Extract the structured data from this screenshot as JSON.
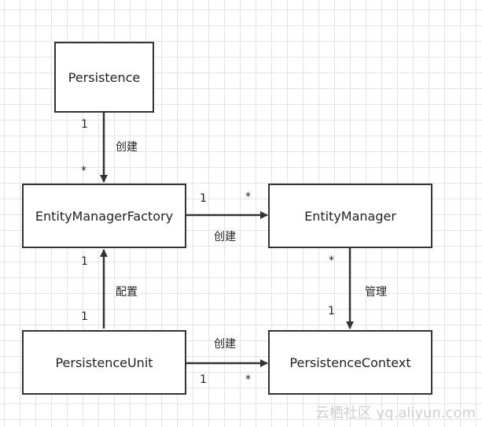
{
  "nodes": {
    "persistence": "Persistence",
    "emf": "EntityManagerFactory",
    "em": "EntityManager",
    "pu": "PersistenceUnit",
    "pc": "PersistenceContext"
  },
  "edges": {
    "persistence_to_emf": {
      "label": "创建",
      "source_multiplicity": "1",
      "target_multiplicity": "*"
    },
    "emf_to_em": {
      "label": "创建",
      "source_multiplicity": "1",
      "target_multiplicity": "*"
    },
    "pu_to_emf": {
      "label": "配置",
      "source_multiplicity": "1",
      "target_multiplicity": "1"
    },
    "em_to_pc": {
      "label": "管理",
      "source_multiplicity": "*",
      "target_multiplicity": "1"
    },
    "pu_to_pc": {
      "label": "创建",
      "source_multiplicity": "1",
      "target_multiplicity": "*"
    }
  },
  "watermark": "云栖社区 yq.aliyun.com",
  "colors": {
    "stroke": "#333333",
    "grid": "#e4e4e4",
    "background": "#ffffff"
  }
}
